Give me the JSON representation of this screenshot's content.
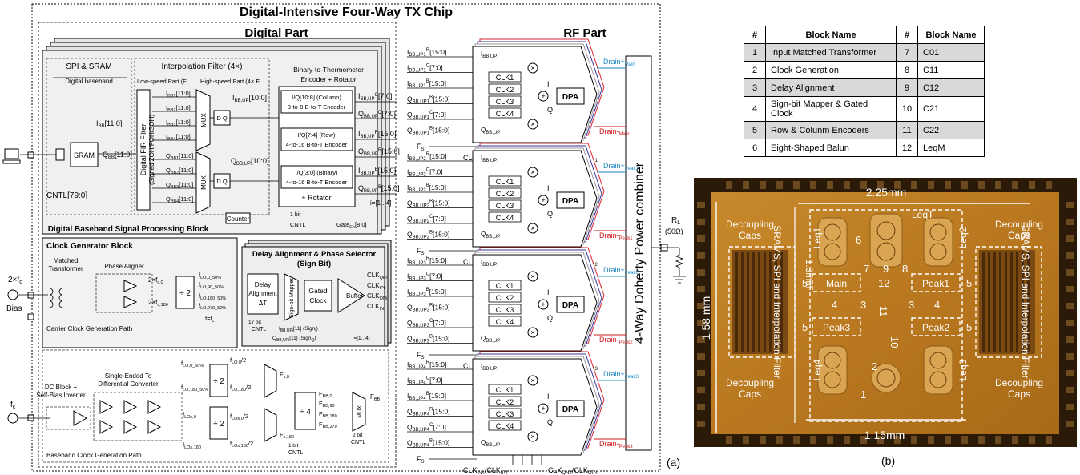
{
  "chip": {
    "title": "Digital-Intensive Four-Way TX Chip",
    "digital_part": "Digital Part",
    "rf_part": "RF Part",
    "panel_a": "(a)",
    "panel_b": "(b)"
  },
  "dbb": {
    "label": "Digital Baseband Signal Processing Block",
    "spi": "SPI & SRAM",
    "digital_baseband": "Digital baseband",
    "interp": "Interpolation Filter (4×)",
    "low_speed": "Low-speed Part (F",
    "high_speed": "High-speed Part (4× F",
    "sram": "SRAM",
    "cntl": "CNTL[79:0]",
    "fir_line1": "Digital FIR Filter",
    "fir_line2": "(Signed ZOH/FOH/SOH)",
    "b2t_line1": "Binary-to-Thermometer",
    "b2t_line2": "Encoder + Rotator",
    "enc1a": "I/Q",
    "enc1b": "[10:8] (Column)",
    "enc1c": "3-to-8 B-to-T Encoder",
    "enc2a": "I/Q",
    "enc2b": "[7:4] (Row)",
    "enc2c": "4-to-16 B-to-T Encoder",
    "enc3a": "I/Q",
    "enc3b": "[3:0] (Binary)",
    "enc3c": "4-to-16 B-to-T Encoder",
    "rotator": "+ Rotator",
    "counter": "Counter",
    "mux": "MUX",
    "dq": "D Q",
    "ibb": "I",
    "onebit": "1 bit",
    "gate": "Gate",
    "gate_idx": "[8:0]",
    "i_range": "i=[1...4]"
  },
  "clk": {
    "label": "Clock Generator Block",
    "matched": "Matched",
    "transformer": "Transformer",
    "phase_aligner": "Phase Aligner",
    "div2": "÷ 2",
    "carrier_path": "Carrier Clock Generation Path",
    "delay_title1": "Delay Alignment & Phase Selector",
    "delay_title2": "(Sign Bit)",
    "delay_box1": "Delay",
    "delay_box2": "Alignment",
    "delay_box3": "ΔT",
    "mapper": "Sign-bit Mapper",
    "gated1": "Gated",
    "gated2": "Clock",
    "buffer": "Buffer",
    "bits17": "17 bit",
    "cntl": "CNTL",
    "i_range": "i=[1...4]"
  },
  "bbclk": {
    "label": "Baseband Clock Generation Path",
    "dc1": "DC Block +",
    "dc2": "Self-Bias Inverter",
    "se1": "Single-Ended To",
    "se2": "Differential Converter",
    "div2": "÷ 2",
    "div4": "÷ 4",
    "mux": "MUX",
    "fbb": "F",
    "bit1": "1 bit",
    "bit2": "2 bit",
    "cntl": "CNTL"
  },
  "rf": {
    "combiner": "4-Way Doherty Power combiner",
    "dpa": "DPA",
    "clks": [
      "CLK1",
      "CLK2",
      "CLK3",
      "CLK4"
    ],
    "fs": "F",
    "paths": [
      {
        "idx": "1",
        "drain_plus": "Drain+",
        "drain_plus_sub": "Main",
        "drain_minus": "Drain-",
        "drain_minus_sub": "Main",
        "clk_i": "CLK",
        "clk_q": "CLK"
      },
      {
        "idx": "2",
        "drain_plus": "Drain+",
        "drain_plus_sub": "Peak1",
        "drain_minus": "Drain-",
        "drain_minus_sub": "Peak1",
        "clk_i": "CLK",
        "clk_q": "CLK"
      },
      {
        "idx": "3",
        "drain_plus": "Drain+",
        "drain_plus_sub": "Peak2",
        "drain_minus": "Drain-",
        "drain_minus_sub": "Peak2",
        "clk_i": "CLK",
        "clk_q": "CLK"
      },
      {
        "idx": "4",
        "drain_plus": "Drain+",
        "drain_plus_sub": "Peak3",
        "drain_minus": "Drain-",
        "drain_minus_sub": "Peak3",
        "clk_i": "CLK",
        "clk_q": "CLK"
      }
    ],
    "rl": "R",
    "rl_val": "(50Ω)"
  },
  "inputs": {
    "two_fc": "2×f",
    "bias": "Bias",
    "fc": "f"
  },
  "legend": {
    "headers": [
      "#",
      "Block Name",
      "#",
      "Block Name"
    ],
    "rows": [
      [
        "1",
        "Input Matched Transformer",
        "7",
        "C01"
      ],
      [
        "2",
        "Clock Generation",
        "8",
        "C11"
      ],
      [
        "3",
        "Delay Alignment",
        "9",
        "C12"
      ],
      [
        "4",
        "Sign-bit Mapper & Gated Clock",
        "10",
        "C21"
      ],
      [
        "5",
        "Row & Colunm Encoders",
        "11",
        "C22"
      ],
      [
        "6",
        "Eight-Shaped Balun",
        "12",
        "LeqM"
      ]
    ]
  },
  "die": {
    "w_top": "2.25mm",
    "h_left": "1.58 mm",
    "h_inner": "1.3mm",
    "w_bottom": "1.15mm",
    "decap": [
      "Decoupling",
      "Caps"
    ],
    "sram_label": "SRAMS, SPI and Interpolation Filter",
    "leq": [
      "Leq1",
      "Leq2",
      "Leq3",
      "Leq4"
    ],
    "leqT": "LeqT",
    "blocks": [
      "Main",
      "Peak1",
      "Peak2",
      "Peak3"
    ],
    "nums": [
      "1",
      "2",
      "3",
      "3",
      "4",
      "4",
      "5",
      "5",
      "5",
      "5",
      "6",
      "7",
      "8",
      "9",
      "10",
      "11",
      "12"
    ]
  }
}
